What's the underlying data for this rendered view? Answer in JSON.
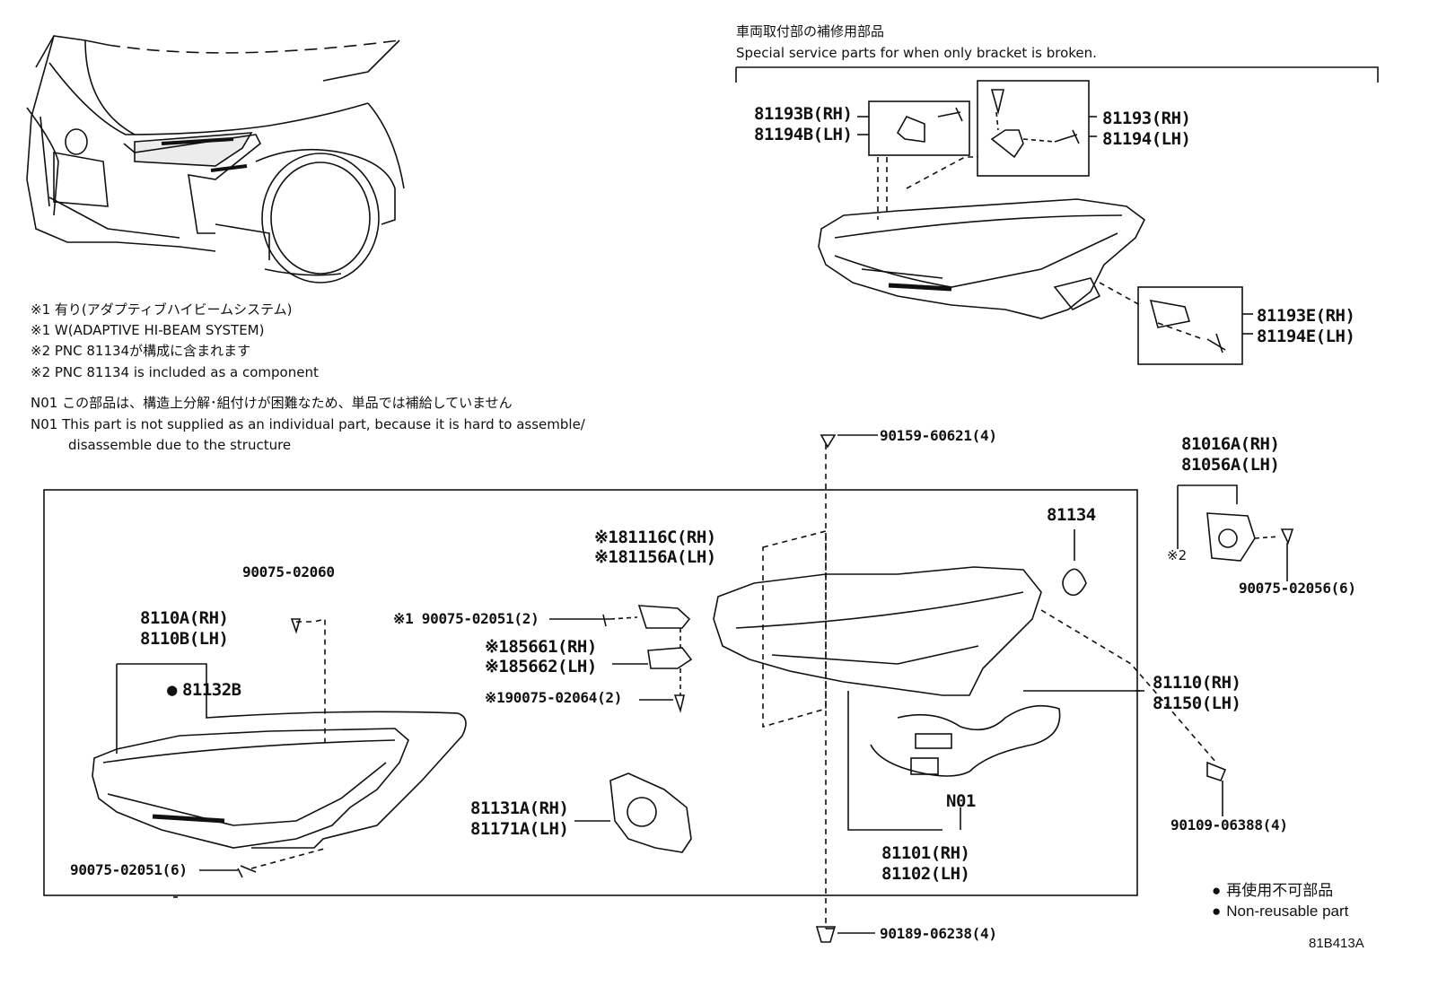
{
  "header": {
    "jp": "車両取付部の補修用部品",
    "en": "Special service parts for when only bracket is broken."
  },
  "notes": {
    "n1_jp": "※1 有り(アダプティブハイビームシステム)",
    "n1_en": "※1 W(ADAPTIVE HI-BEAM SYSTEM)",
    "n2_jp": "※2 PNC 81134が構成に含まれます",
    "n2_en": "※2 PNC 81134 is included as a component",
    "n01_jp": "N01 この部品は、構造上分解･組付けが困難なため、単品では補給していません",
    "n01_en1": "N01 This part is not supplied as an individual part, because it is hard to assemble/",
    "n01_en2": "disassemble due to the structure"
  },
  "parts": {
    "p81193B": "81193B(RH)",
    "p81194B": "81194B(LH)",
    "p81193": "81193(RH)",
    "p81194": "81194(LH)",
    "p81193E": "81193E(RH)",
    "p81194E": "81194E(LH)",
    "p90159": "90159-60621(4)",
    "p81016A": "81016A(RH)",
    "p81056A": "81056A(LH)",
    "p81134": "81134",
    "star2": "※2",
    "p90075_02056": "90075-02056(6)",
    "p81116C": "※181116C(RH)",
    "p81156A": "※181156A(LH)",
    "p90075_02060": "90075-02060",
    "p8110A": "8110A(RH)",
    "p8110B": "8110B(LH)",
    "p81132B": "81132B",
    "p90075_02051_2": "※1 90075-02051(2)",
    "p85661": "※185661(RH)",
    "p85662": "※185662(LH)",
    "p90075_02064": "※190075-02064(2)",
    "p81110": "81110(RH)",
    "p81150": "81150(LH)",
    "p90109": "90109-06388(4)",
    "p81131A": "81131A(RH)",
    "p81171A": "81171A(LH)",
    "n01": "N01",
    "p81101": "81101(RH)",
    "p81102": "81102(LH)",
    "p90075_02051_6": "90075-02051(6)",
    "p90189": "90189-06238(4)"
  },
  "legend": {
    "jp": "再使用不可部品",
    "en": "Non-reusable part"
  },
  "figure_code": "81B413A"
}
